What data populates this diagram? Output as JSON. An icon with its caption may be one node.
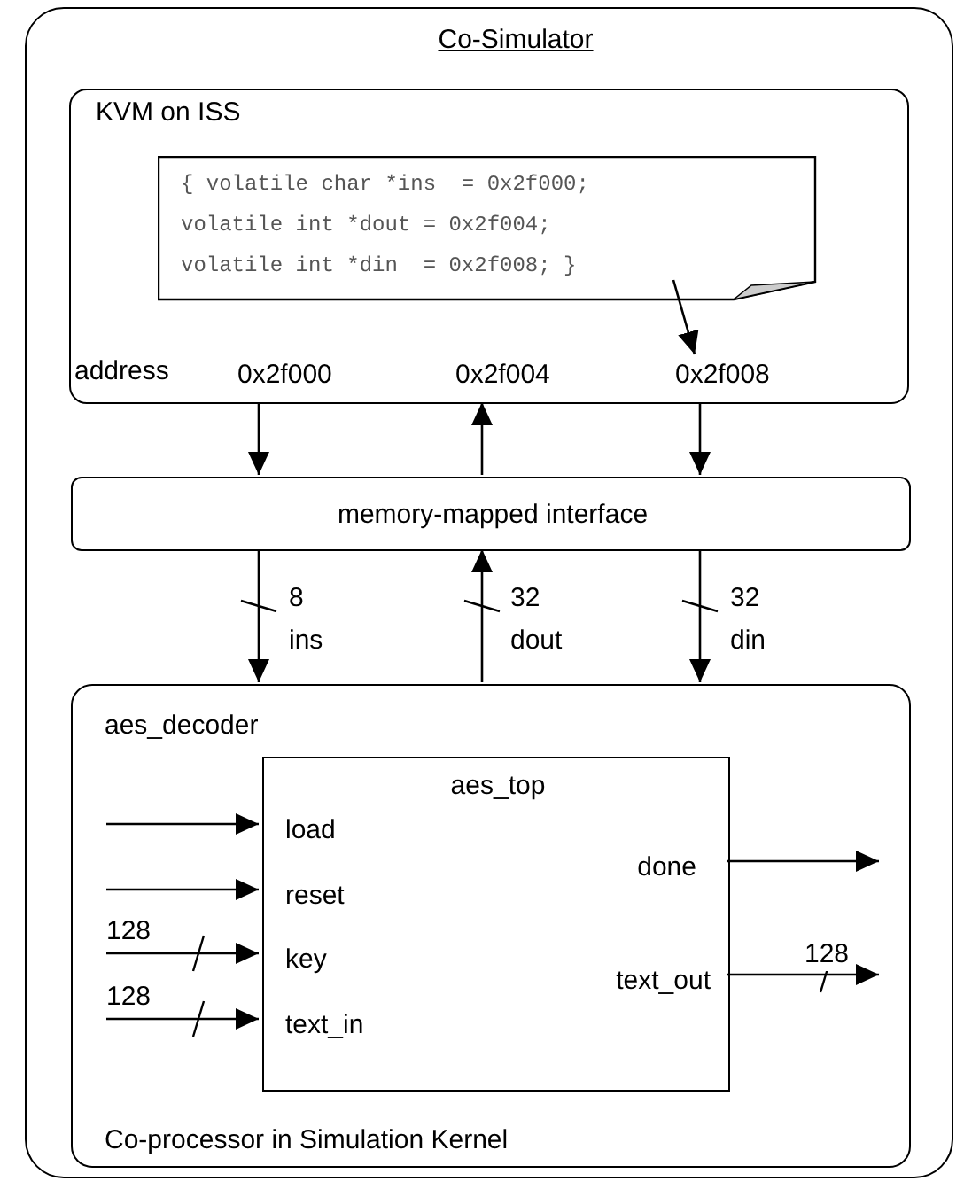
{
  "diagram": {
    "nodes": [
      {
        "text": [
          "Co-Simulator"
        ]
      },
      {
        "text": [
          "KVM on ISS"
        ],
        "in": 0
      },
      {
        "text": [
          "{ volatile char *ins  = 0x2f000;",
          "volatile int *dout = 0x2f004;",
          "volatile int *din  = 0x2f008; }"
        ],
        "in": 1
      },
      {
        "text": [
          "0x2f000"
        ],
        "in": 1
      },
      {
        "text": [
          "0x2f004"
        ],
        "in": 1
      },
      {
        "text": [
          "0x2f008"
        ],
        "in": 1
      },
      {
        "text": [
          "memory-mapped interface"
        ],
        "in": 0
      },
      {
        "text": [
          "aes_decoder",
          "Co-processor in Simulation Kernel"
        ],
        "in": 0
      },
      {
        "text": [
          "aes_top",
          "load",
          "reset",
          "key",
          "text_in",
          "done",
          "text_out"
        ],
        "in": 7
      }
    ],
    "edges": [
      {
        "from": 1,
        "to": 6,
        "arrow": "to"
      },
      {
        "from": 6,
        "to": 1,
        "arrow": "to"
      },
      {
        "from": 1,
        "to": 6,
        "arrow": "to"
      },
      {
        "from": 6,
        "to": 7,
        "arrow": "to",
        "label": "8 ins"
      },
      {
        "from": 7,
        "to": 6,
        "arrow": "to",
        "label": "32 dout"
      },
      {
        "from": 6,
        "to": 7,
        "arrow": "to",
        "label": "32 din"
      },
      {
        "from": null,
        "to": 8,
        "arrow": "to"
      },
      {
        "from": null,
        "to": 8,
        "arrow": "to"
      },
      {
        "from": null,
        "to": 8,
        "arrow": "to",
        "label": "128"
      },
      {
        "from": null,
        "to": 8,
        "arrow": "to",
        "label": "128"
      },
      {
        "from": 8,
        "to": null,
        "arrow": "to"
      },
      {
        "from": 8,
        "to": null,
        "arrow": "to",
        "label": "128"
      },
      {
        "from": 2,
        "to": 5,
        "arrow": "to"
      }
    ],
    "labels": [
      "address"
    ]
  }
}
